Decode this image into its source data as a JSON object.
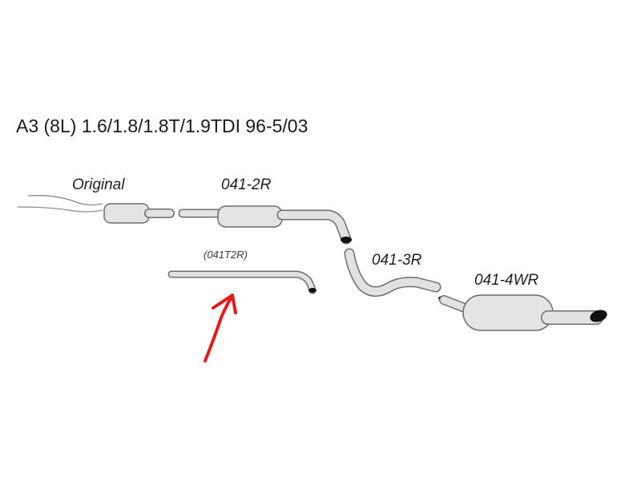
{
  "title": "A3 (8L) 1.6/1.8/1.8T/1.9TDI   96-5/03",
  "labels": {
    "original": "Original",
    "front_section": "041-2R",
    "alt_section": "(041T2R)",
    "middle_section": "041-3R",
    "rear_section": "041-4WR"
  },
  "colors": {
    "pipe_outline": "#6d6d6d",
    "pipe_fill": "#e2e2e2",
    "annotation_arrow": "#e31b1b"
  }
}
